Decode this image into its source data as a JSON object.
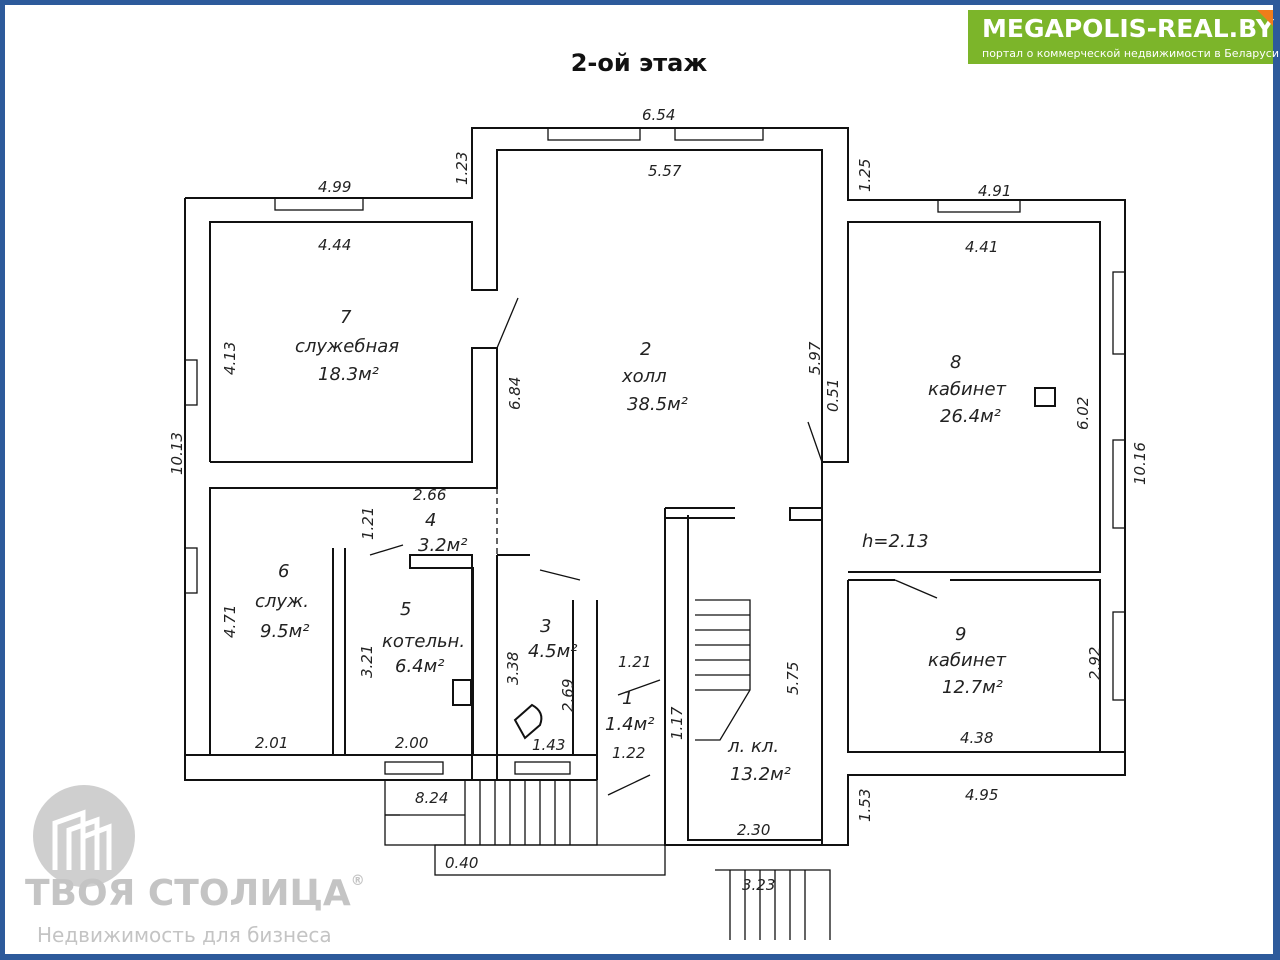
{
  "title": "2-ой этаж",
  "brand": {
    "name": "MEGAPOLIS-REAL.BY",
    "tagline": "портал о коммерческой недвижимости в Беларуси",
    "color": "#7cb52a"
  },
  "watermark": {
    "name": "ТВОЯ СТОЛИЦА",
    "reg": "®",
    "tagline": "Недвижимость для бизнеса"
  },
  "rooms": [
    {
      "num": "2",
      "name": "холл",
      "area": "38.5м²"
    },
    {
      "num": "7",
      "name": "служебная",
      "area": "18.3м²"
    },
    {
      "num": "8",
      "name": "кабинет",
      "area": "26.4м²"
    },
    {
      "num": "9",
      "name": "кабинет",
      "area": "12.7м²"
    },
    {
      "num": "6",
      "name": "служ.",
      "area": "9.5м²"
    },
    {
      "num": "5",
      "name": "котельн.",
      "area": "6.4м²"
    },
    {
      "num": "4",
      "name": "",
      "area": "3.2м²"
    },
    {
      "num": "3",
      "name": "",
      "area": "4.5м²"
    },
    {
      "num": "1",
      "name": "",
      "area": "1.4м²"
    },
    {
      "num": "",
      "name": "л. кл.",
      "area": "13.2м²"
    }
  ],
  "height_note": "h=2.13",
  "dimensions": [
    "6.54",
    "5.57",
    "1.23",
    "1.25",
    "4.99",
    "4.44",
    "4.91",
    "4.41",
    "4.13",
    "10.13",
    "6.84",
    "5.97",
    "0.51",
    "6.02",
    "10.16",
    "2.66",
    "1.21",
    "4.71",
    "3.21",
    "3.38",
    "2.69",
    "1.21",
    "1.17",
    "1.22",
    "1.43",
    "2.01",
    "2.00",
    "8.24",
    "0.40",
    "5.75",
    "2.30",
    "2.92",
    "4.38",
    "4.95",
    "1.53",
    "3.23"
  ]
}
